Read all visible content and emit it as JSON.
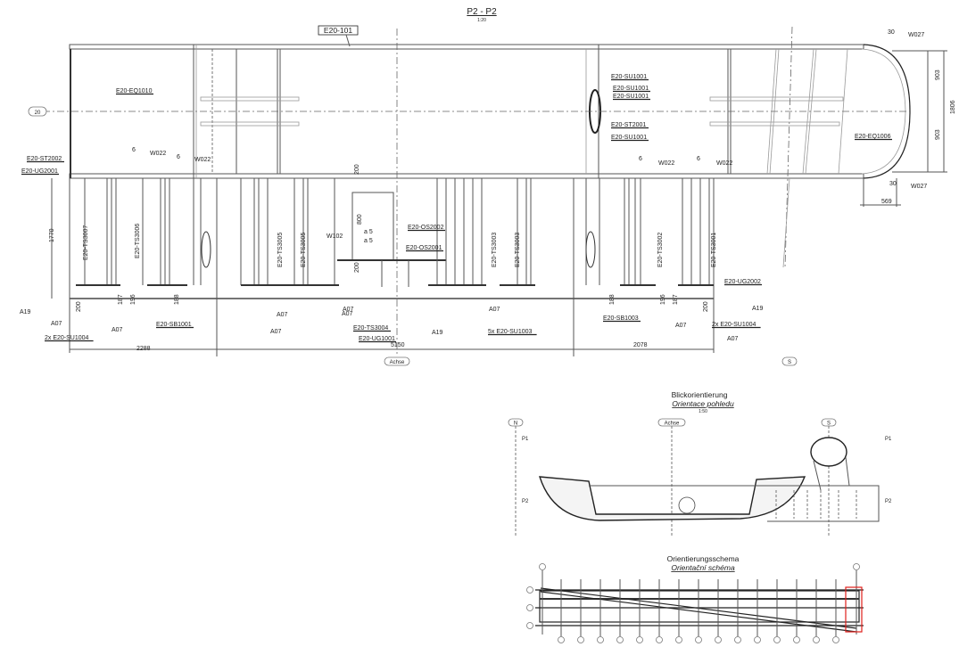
{
  "section": {
    "title": "P2 - P2",
    "scale": "1:20",
    "assembly_tag": "E20-101"
  },
  "axes": {
    "frame_bubble": "20",
    "achse": "Achse",
    "south": "S",
    "north": "N"
  },
  "labels": [
    "E20-EQ1010",
    "E20-ST2002",
    "E20-UG2001",
    "6",
    "W022",
    "6",
    "W022",
    "E20-SU1001",
    "E20-SU1001",
    "E20-SU1001",
    "E20-ST2001",
    "E20-SU1001",
    "6",
    "W022",
    "6",
    "W022",
    "30",
    "W027",
    "30",
    "W027",
    "E20-EQ1006",
    "903",
    "903",
    "1806",
    "569",
    "200",
    "1770",
    "E20-TS3007",
    "E20-TS3006",
    "E20-TS3005",
    "E20-TS3005",
    "E20-TS3003",
    "E20-TS3003",
    "E20-TS3002",
    "E20-TS3001",
    "W102",
    "a 5",
    "a 5",
    "800",
    "200",
    "E20-OS2002",
    "E20-OS2001",
    "E20-UG2002",
    "A19",
    "A07",
    "2x E20-SU1004",
    "A07",
    "E20-SB1001",
    "2288",
    "A07",
    "A07",
    "A07",
    "E20-TS3004",
    "E20-UG1001",
    "5150",
    "A07",
    "A19",
    "A07",
    "5x E20-SU1003",
    "E20-SB1003",
    "A07",
    "A19",
    "2x E20-SU1004",
    "A07",
    "2078",
    "200",
    "187",
    "196",
    "188",
    "188",
    "196",
    "187",
    "200"
  ],
  "view_orientation": {
    "title": "Blickorientierung",
    "subtitle": "Orientace pohledu",
    "scale": "1:50",
    "p1_left": "P1",
    "p2_left": "P2",
    "p1_right": "P1",
    "p2_right": "P2"
  },
  "schema": {
    "title": "Orientierungsschema",
    "subtitle": "Orientační schéma",
    "highlight_color": "#e0201c"
  }
}
